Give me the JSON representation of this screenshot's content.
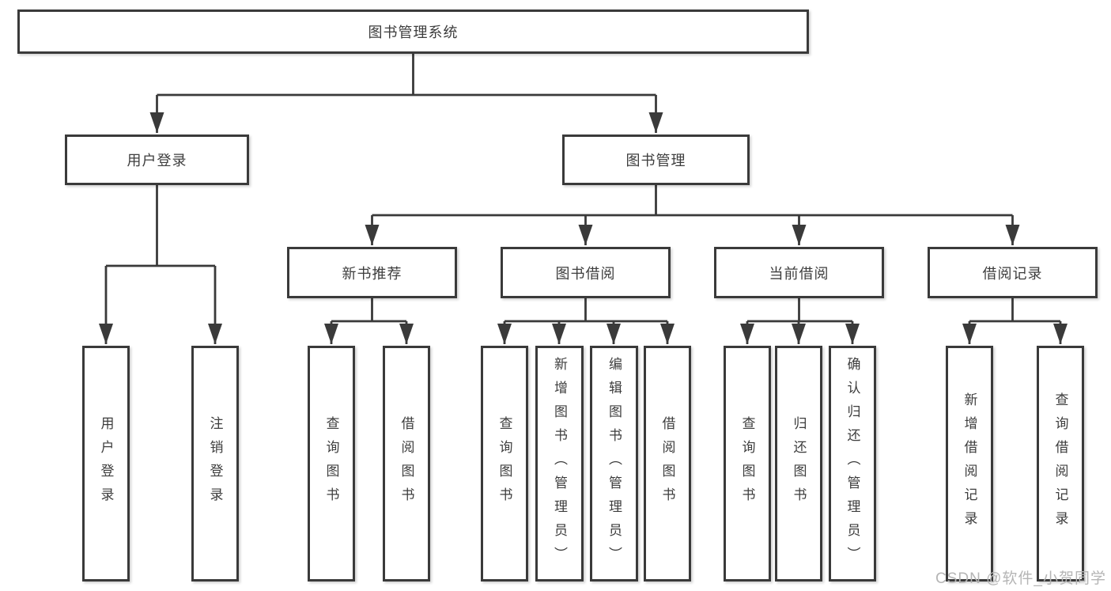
{
  "diagram": {
    "type": "hierarchy-tree",
    "root": {
      "label": "图书管理系统",
      "children": [
        {
          "label": "用户登录",
          "children": [
            {
              "label": "用户登录"
            },
            {
              "label": "注销登录"
            }
          ]
        },
        {
          "label": "图书管理",
          "children": [
            {
              "label": "新书推荐",
              "children": [
                {
                  "label": "查询图书"
                },
                {
                  "label": "借阅图书"
                }
              ]
            },
            {
              "label": "图书借阅",
              "children": [
                {
                  "label": "查询图书"
                },
                {
                  "label": "新增图书（管理员）"
                },
                {
                  "label": "编辑图书（管理员）"
                },
                {
                  "label": "借阅图书"
                }
              ]
            },
            {
              "label": "当前借阅",
              "children": [
                {
                  "label": "查询图书"
                },
                {
                  "label": "归还图书"
                },
                {
                  "label": "确认归还（管理员）"
                }
              ]
            },
            {
              "label": "借阅记录",
              "children": [
                {
                  "label": "新增借阅记录"
                },
                {
                  "label": "查询借阅记录"
                }
              ]
            }
          ]
        }
      ]
    },
    "colors": {
      "line": "#3a3a3a",
      "box_fill": "#ffffff",
      "text": "#3d3d3d",
      "watermark": "#b5b5b5"
    }
  },
  "watermark": {
    "text": "CSDN @软件_小贺同学"
  }
}
